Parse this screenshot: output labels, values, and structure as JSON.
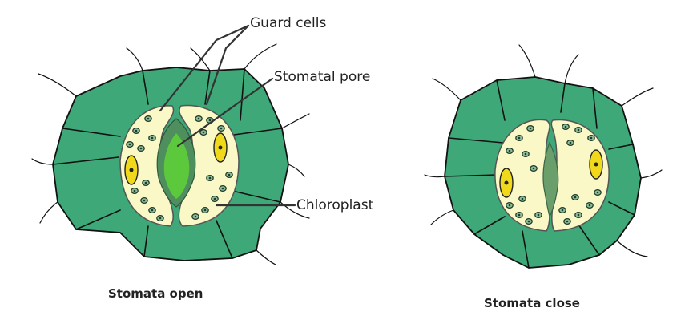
{
  "labels": {
    "guard_cells": "Guard cells",
    "stomatal_pore": "Stomatal pore",
    "chloroplast": "Chloroplast"
  },
  "captions": {
    "open": "Stomata open",
    "close": "Stomata close"
  },
  "colors": {
    "epidermal_cell": "#3ea878",
    "epidermal_outline": "#111111",
    "guard_cell": "#fbf8c8",
    "chloroplast": "#8fbf98",
    "nucleus": "#f0d81a",
    "pore_open": "#5cc93c",
    "pore_rim": "#4f8f5e",
    "pore_closed": "#6a9e6a"
  }
}
